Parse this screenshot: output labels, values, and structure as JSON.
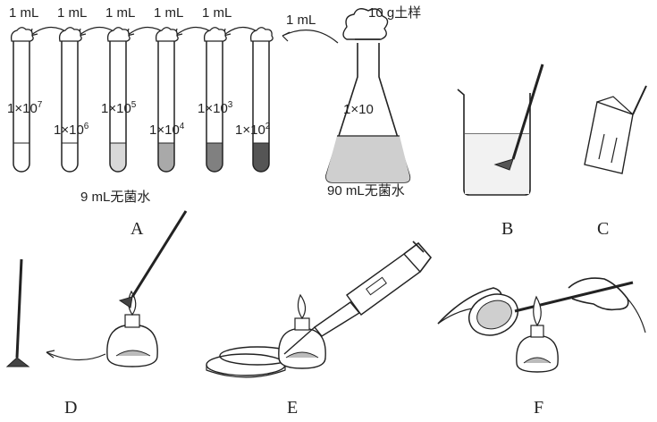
{
  "transfer_volume": "1 mL",
  "soil_sample": "10 g土样",
  "flask_dilution": "1×10",
  "flask_water": "90 mL无菌水",
  "tube_water": "9 mL无菌水",
  "tubes": [
    {
      "base": "1×10",
      "exp": "7",
      "fill": "#ffffff"
    },
    {
      "base": "1×10",
      "exp": "6",
      "fill": "#ffffff"
    },
    {
      "base": "1×10",
      "exp": "5",
      "fill": "#d8d8d8"
    },
    {
      "base": "1×10",
      "exp": "4",
      "fill": "#a9a9a9"
    },
    {
      "base": "1×10",
      "exp": "3",
      "fill": "#808080"
    },
    {
      "base": "1×10",
      "exp": "2",
      "fill": "#555555"
    }
  ],
  "panels": [
    "A",
    "B",
    "C",
    "D",
    "E",
    "F"
  ]
}
